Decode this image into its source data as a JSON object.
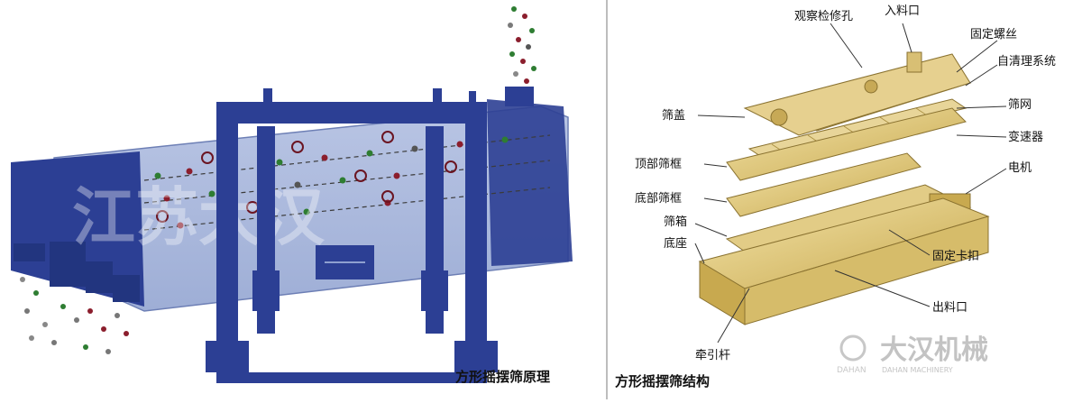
{
  "left": {
    "caption": "方形摇摆筛原理",
    "watermark": "江苏大汉"
  },
  "right": {
    "caption": "方形摇摆筛结构",
    "labels": {
      "inspection_hole": "观察检修孔",
      "inlet": "入料口",
      "fixing_screw": "固定螺丝",
      "self_clean": "自清理系统",
      "cover": "筛盖",
      "mesh": "筛网",
      "reducer": "变速器",
      "top_frame": "顶部筛框",
      "motor": "电机",
      "bottom_frame": "底部筛框",
      "box": "筛箱",
      "base": "底座",
      "clamp": "固定卡扣",
      "outlet": "出料口",
      "pull_rod": "牵引杆"
    },
    "brand": {
      "name_cn": "大汉机械",
      "name_en": "DAHAN",
      "tagline": "DAHAN MACHINERY"
    }
  },
  "colors": {
    "frame_blue": "#2c3f94",
    "box_blue": "#a8b6da",
    "gold": "#d9c27a"
  }
}
